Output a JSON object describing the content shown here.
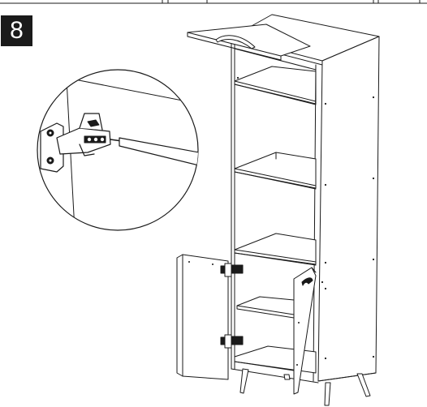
{
  "step": {
    "number": "8"
  },
  "illustration": {
    "subject": "cabinet-assembly",
    "detail": "hinge-adjustment-with-screwdriver"
  }
}
